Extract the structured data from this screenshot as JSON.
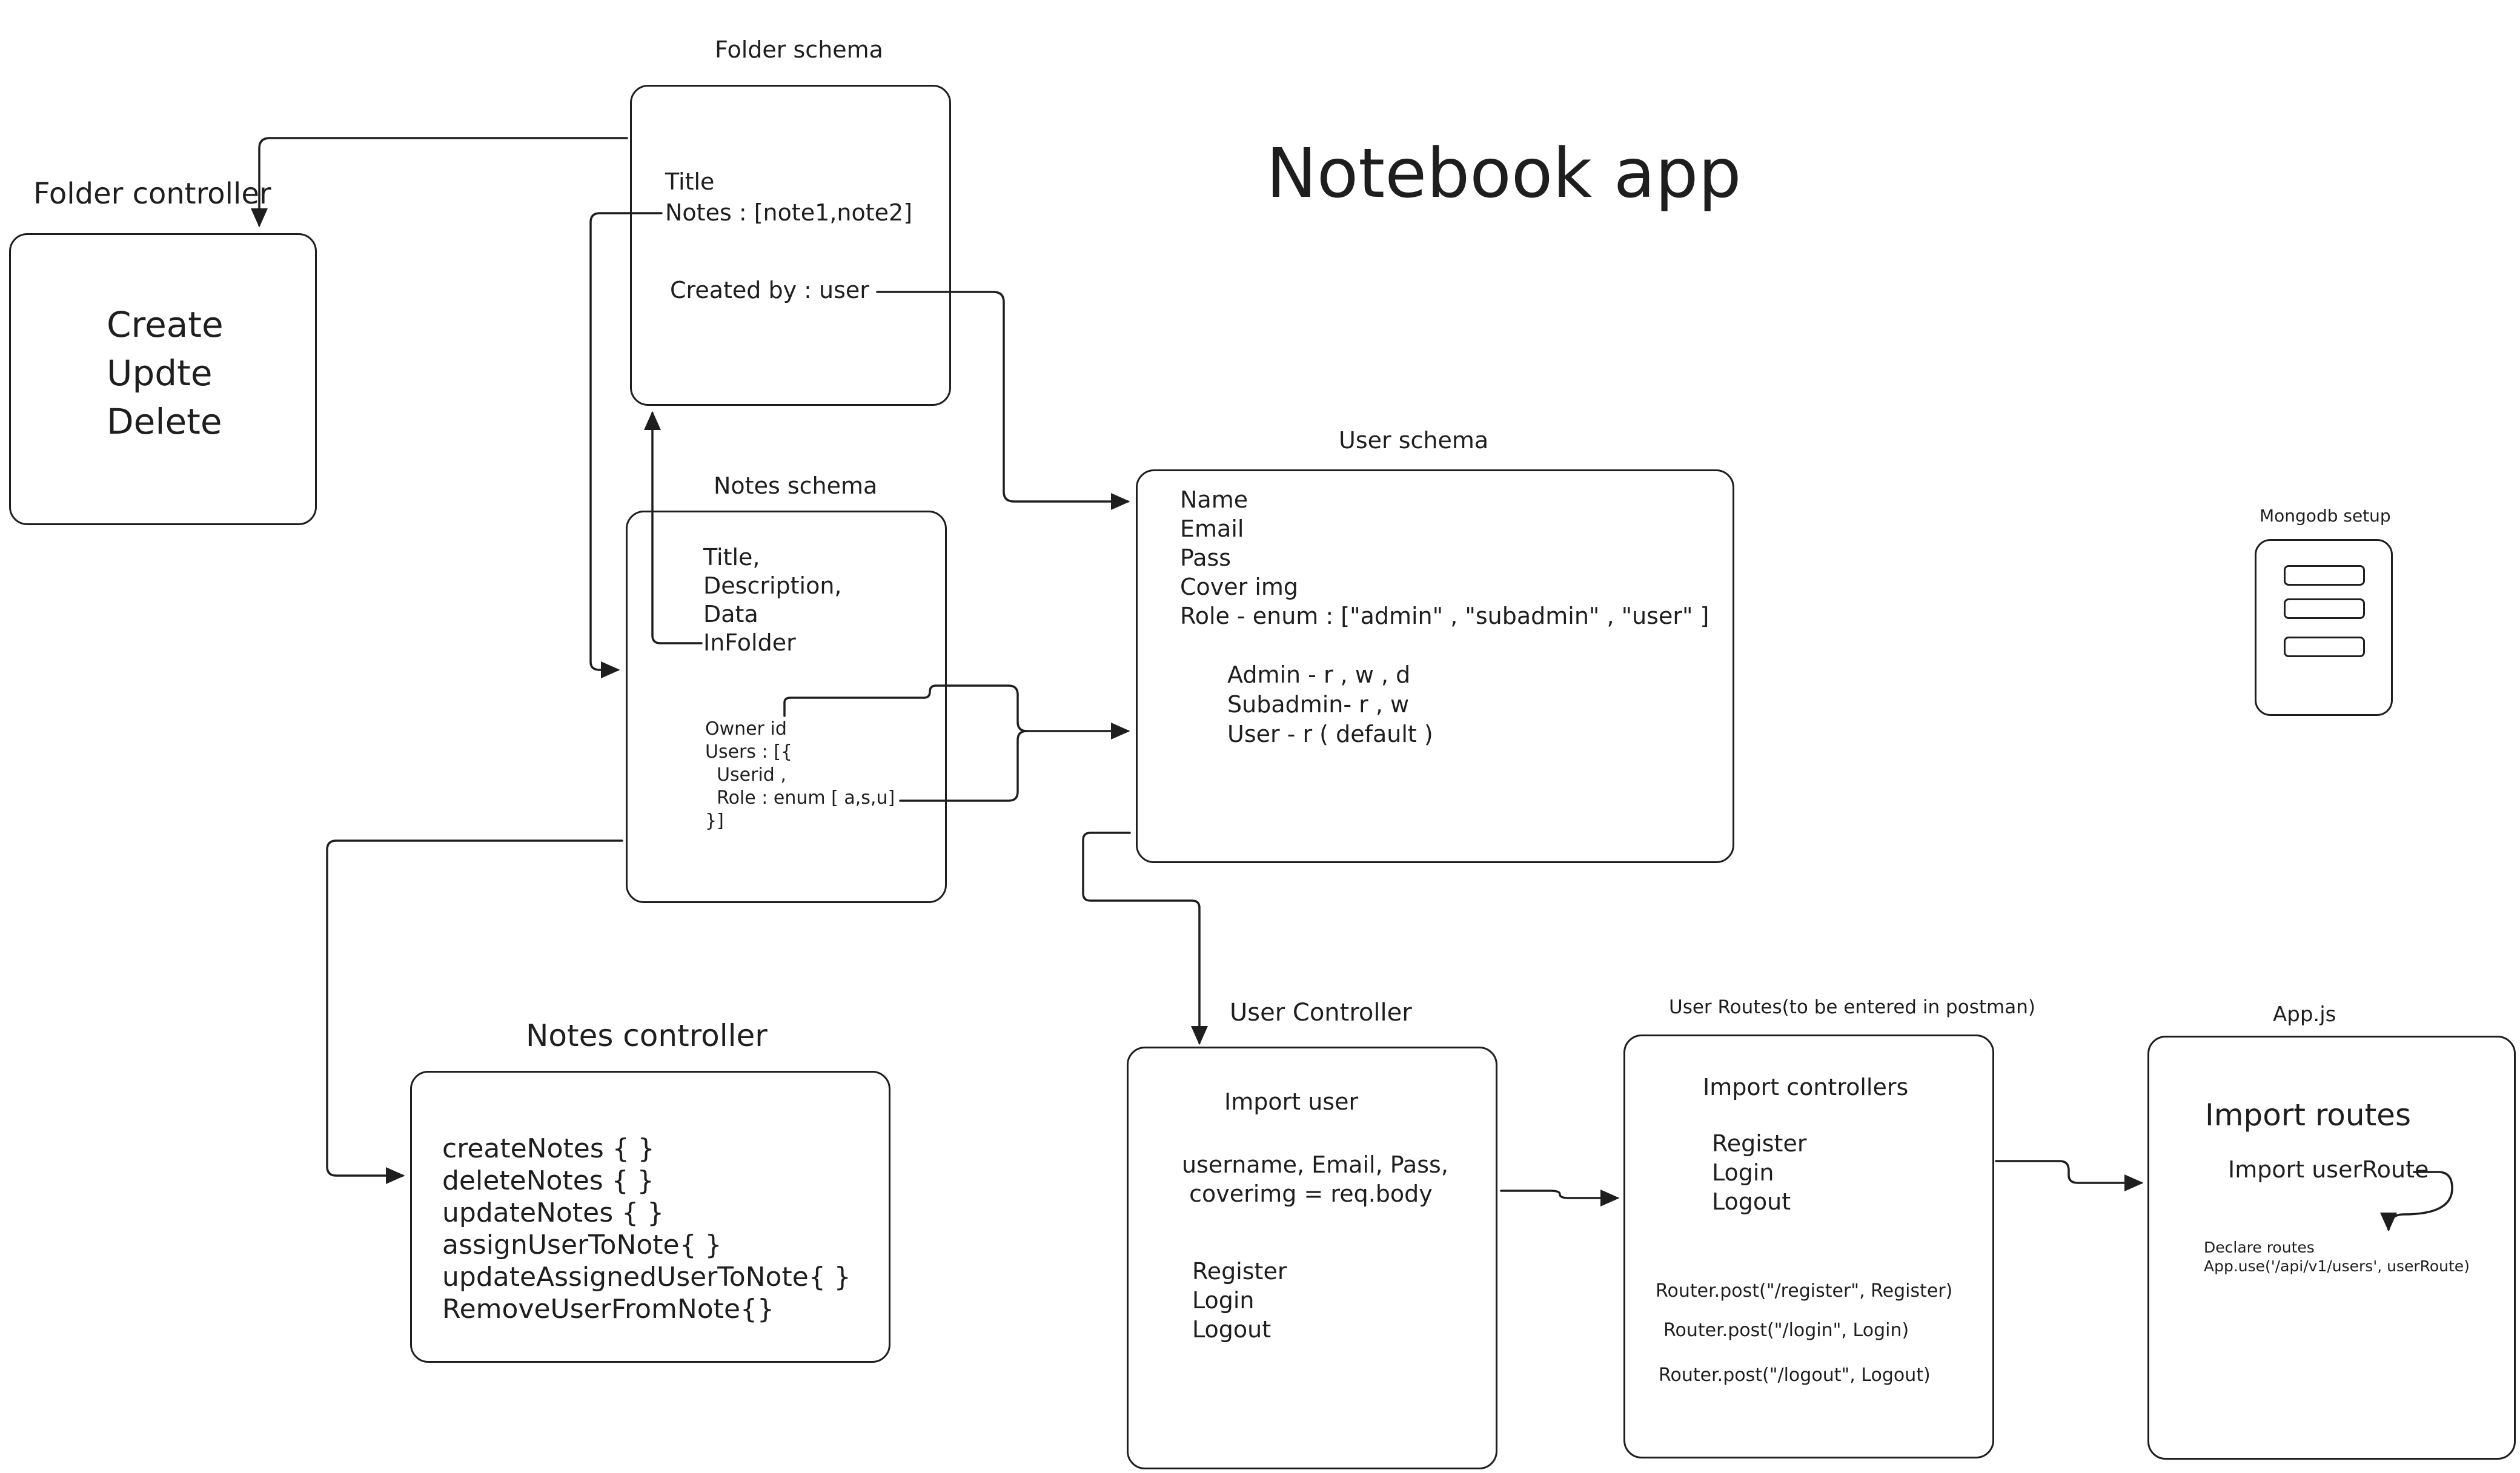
{
  "title": "Notebook app",
  "folder_schema": {
    "label": "Folder schema",
    "fields": [
      "Title",
      "Notes : [note1,note2]"
    ],
    "created_by": "Created by : user"
  },
  "folder_controller": {
    "label": "Folder controller",
    "actions": [
      "Create",
      "Updte",
      "Delete"
    ]
  },
  "notes_schema": {
    "label": "Notes schema",
    "fields": [
      "Title,",
      "Description,",
      "Data",
      "InFolder"
    ],
    "users_block": [
      "Owner id",
      "Users : [{",
      "  Userid ,",
      "  Role : enum [ a,s,u]",
      "}]"
    ]
  },
  "user_schema": {
    "label": "User schema",
    "fields": [
      "Name",
      "Email",
      "Pass",
      "Cover img",
      "Role - enum : [\"admin\" , \"subadmin\" , \"user\" ]"
    ],
    "permissions": [
      "Admin - r , w , d",
      "Subadmin- r , w",
      "User - r ( default )"
    ]
  },
  "notes_controller": {
    "label": "Notes controller",
    "methods": [
      "createNotes { }",
      "deleteNotes { }",
      "updateNotes { }",
      "assignUserToNote{ }",
      "updateAssignedUserToNote{ }",
      "RemoveUserFromNote{}"
    ]
  },
  "user_controller": {
    "label": "User Controller",
    "import": "Import user",
    "body_lines": [
      "username, Email, Pass,",
      " coverimg = req.body"
    ],
    "actions": [
      "Register",
      "Login",
      "Logout"
    ]
  },
  "user_routes": {
    "label": "User Routes(to be entered in postman)",
    "import": "Import controllers",
    "actions": [
      "Register",
      "Login",
      "Logout"
    ],
    "routes": [
      "Router.post(\"/register\", Register)",
      "Router.post(\"/login\", Login)",
      "Router.post(\"/logout\", Logout)"
    ]
  },
  "app_js": {
    "label": "App.js",
    "import_routes": "Import routes",
    "import_user_route": "Import userRoute",
    "declare": [
      "Declare routes",
      "App.use('/api/v1/users', userRoute)"
    ]
  },
  "mongodb": {
    "label": "Mongodb setup",
    "icon": "database-icon"
  },
  "colors": {
    "stroke": "#1e1e1e",
    "background": "#ffffff"
  }
}
